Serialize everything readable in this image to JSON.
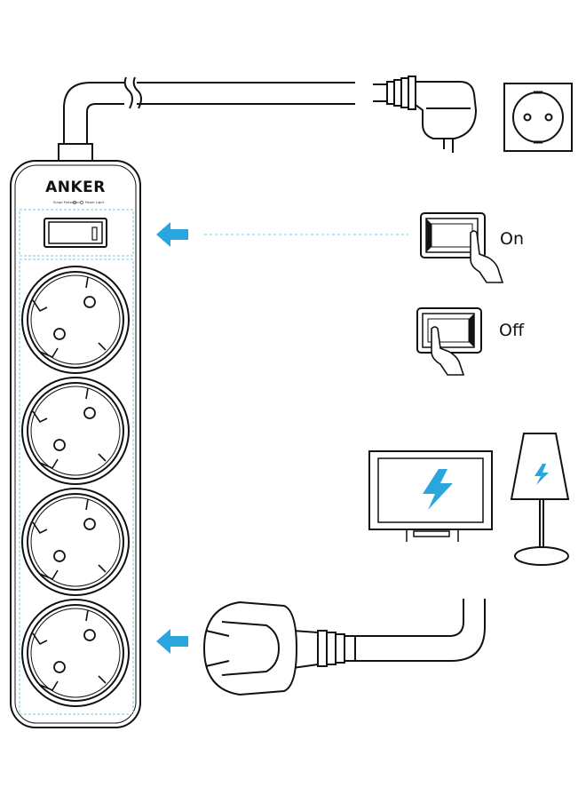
{
  "brand": {
    "name": "ANKER",
    "surge_label": "Surge Protection",
    "power_label": "Power Light"
  },
  "switch_states": {
    "on_label": "On",
    "off_label": "Off"
  },
  "colors": {
    "accent": "#2aa6df",
    "line": "#111111",
    "guide": "#7fc4e6"
  },
  "icons": [
    "lightning-bolt-icon",
    "arrow-left-icon",
    "hand-pointer-icon"
  ]
}
